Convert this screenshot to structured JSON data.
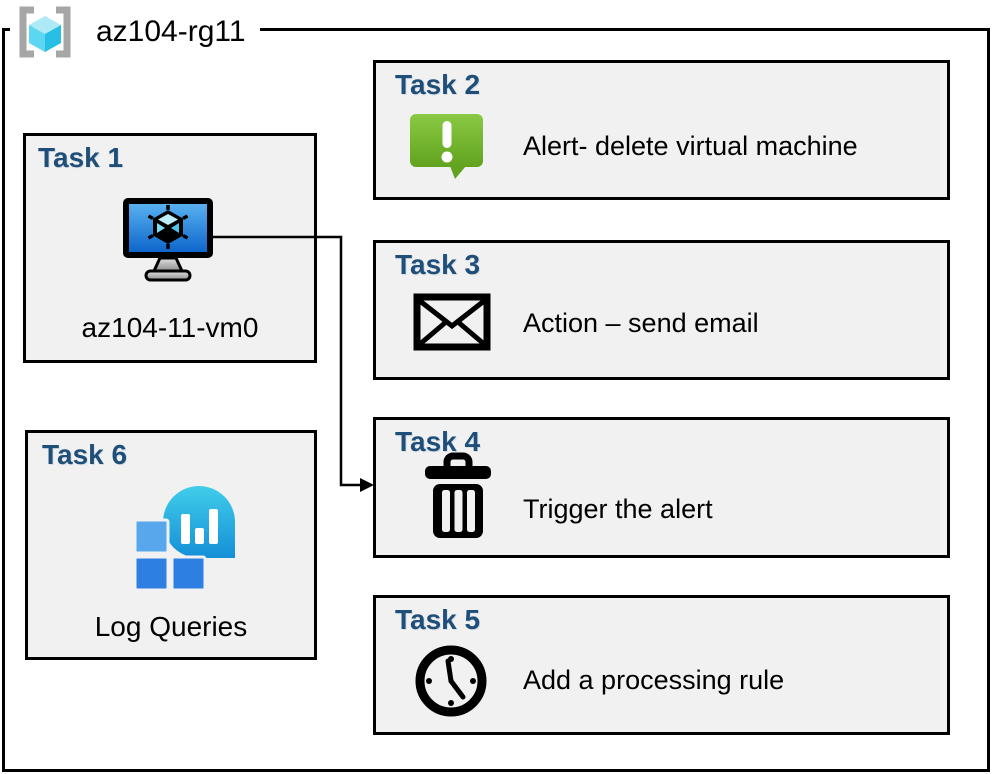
{
  "diagram": {
    "title": "az104-rg11",
    "tasks": [
      {
        "header": "Task 1",
        "label": "az104-11-vm0",
        "icon": "virtual-machine-icon"
      },
      {
        "header": "Task 2",
        "label": "Alert- delete virtual machine",
        "icon": "alert-icon"
      },
      {
        "header": "Task 3",
        "label": "Action – send email",
        "icon": "email-icon"
      },
      {
        "header": "Task 4",
        "label": "Trigger the alert",
        "icon": "trash-icon"
      },
      {
        "header": "Task 5",
        "label": "Add a processing rule",
        "icon": "clock-icon"
      },
      {
        "header": "Task 6",
        "label": "Log Queries",
        "icon": "log-queries-icon"
      }
    ],
    "connector": {
      "from": "Task 1",
      "to": "Task 4"
    },
    "colors": {
      "task_header_blue": "#1f4e79",
      "box_fill": "#f1f1f1",
      "box_border": "#000000",
      "alert_green_top": "#8ac943",
      "alert_green_bottom": "#61a31f",
      "vm_screen_top": "#5db5f2",
      "vm_screen_bottom": "#0a61c9",
      "log_bubble_top": "#41cdea",
      "log_bubble_bottom": "#148fd7",
      "log_square_light": "#58a7ec",
      "log_square_dark": "#2e7fe2",
      "rg_bracket_gray": "#a6a6a6",
      "rg_cube_top": "#aee9f6",
      "rg_cube_left": "#5cd6f2",
      "rg_cube_right": "#27c0e4"
    }
  }
}
